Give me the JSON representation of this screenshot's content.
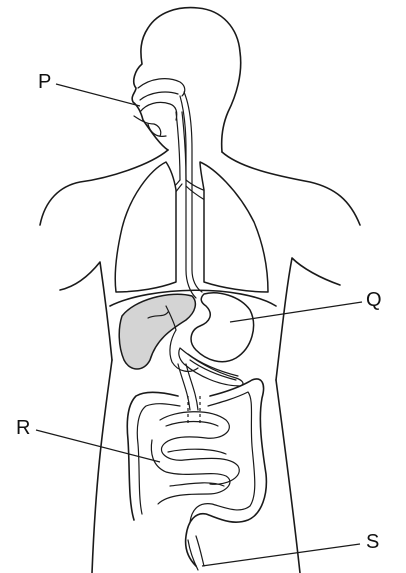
{
  "labels": {
    "p": "P",
    "q": "Q",
    "r": "R",
    "s": "S"
  },
  "colors": {
    "line": "#1a1a1a",
    "liver_fill": "#d4d4d4",
    "background": "#ffffff"
  }
}
